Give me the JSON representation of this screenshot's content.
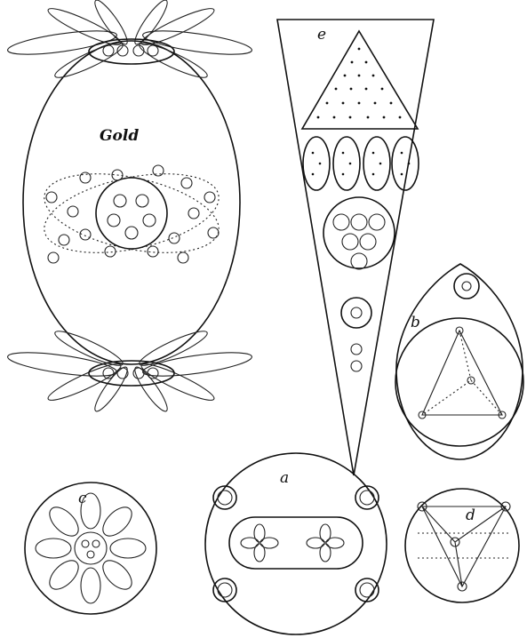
{
  "figure": {
    "title": "Gold",
    "labels": {
      "a": "a",
      "b": "b",
      "c": "c",
      "d": "d",
      "e": "e"
    }
  }
}
